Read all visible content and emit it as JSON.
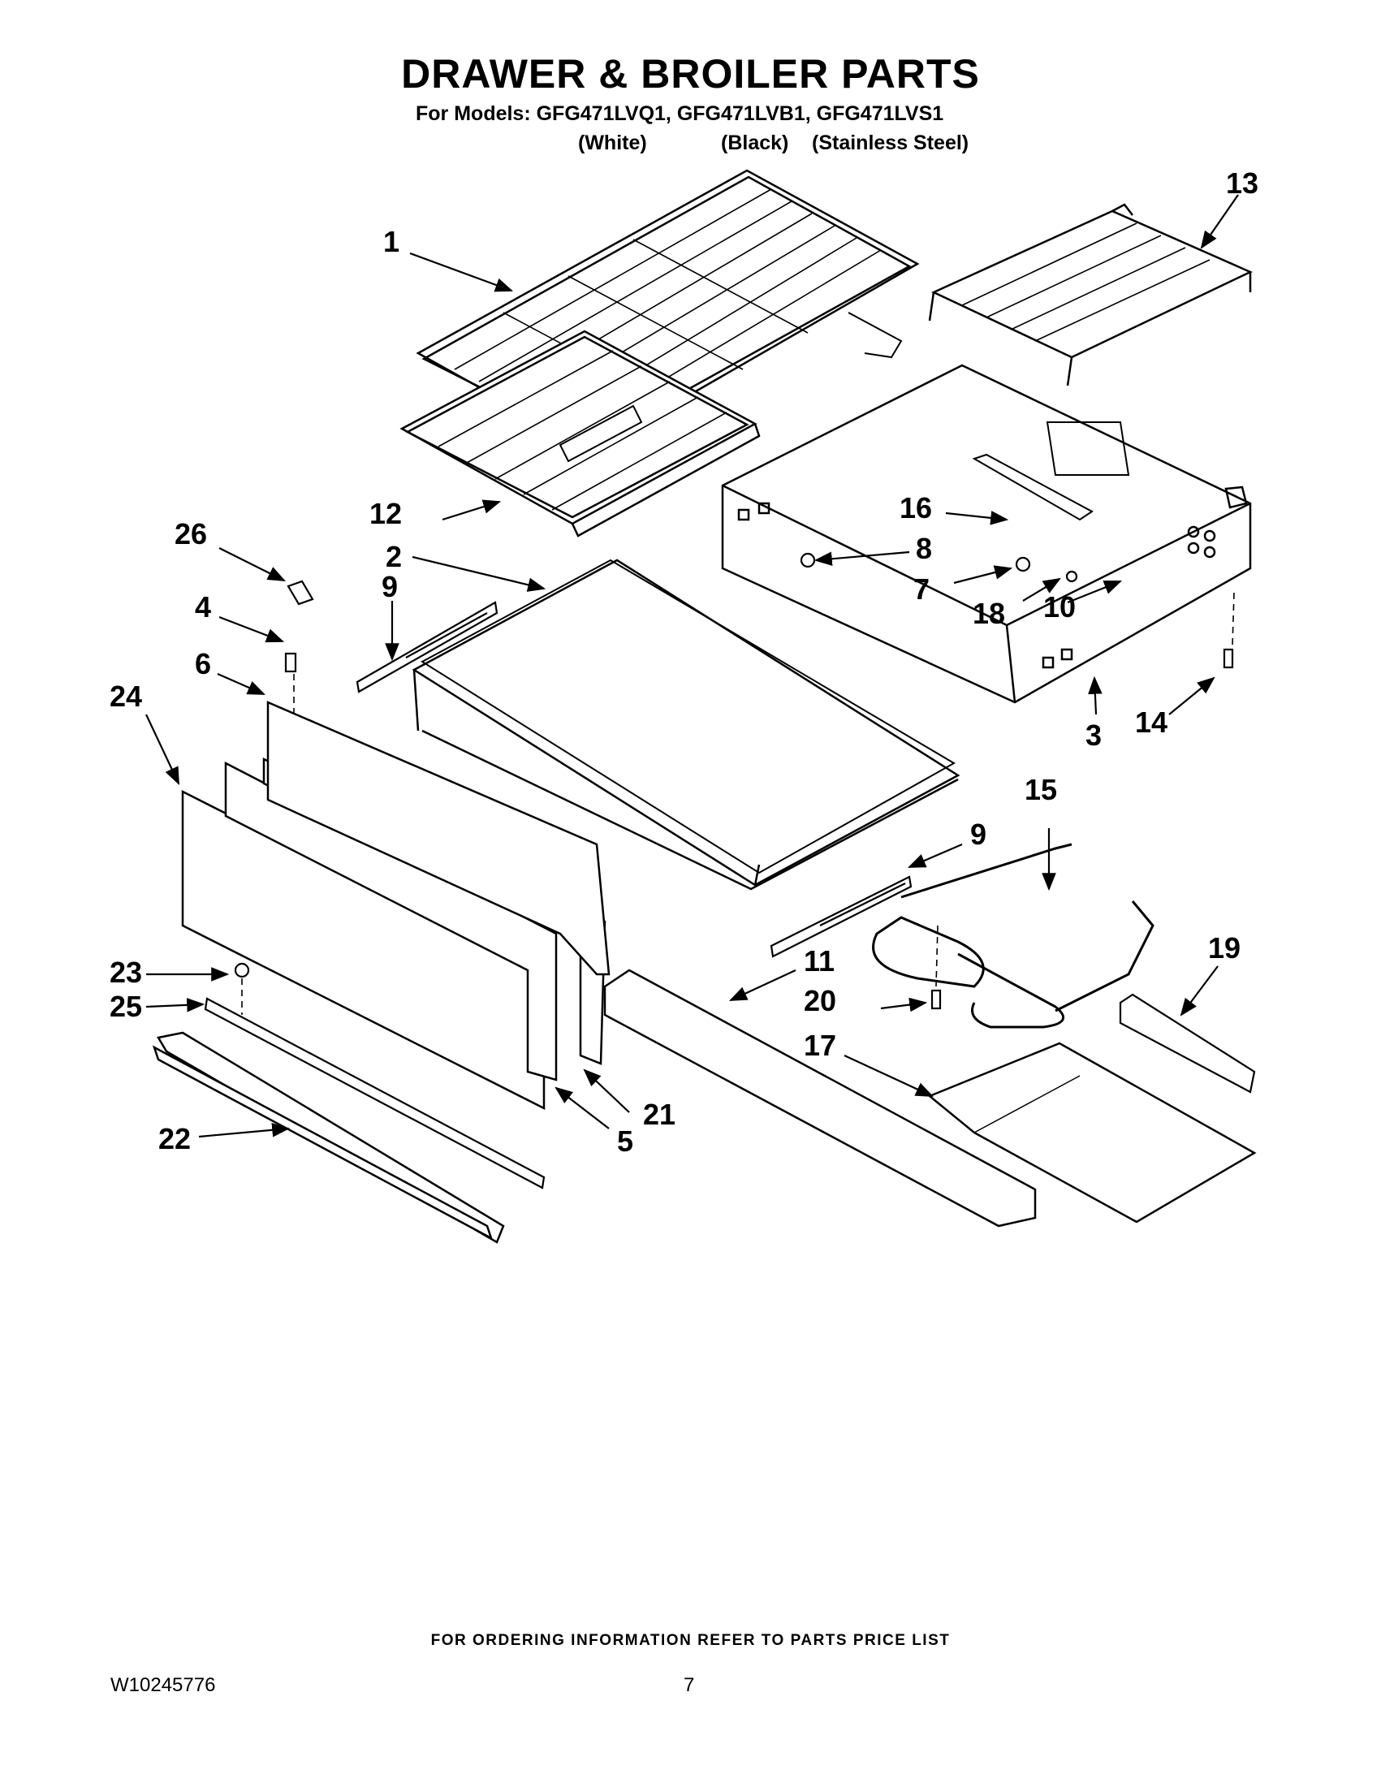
{
  "header": {
    "title": "DRAWER & BROILER PARTS",
    "models_line": "For Models: GFG471LVQ1, GFG471LVB1, GFG471LVS1",
    "finish_white": "(White)",
    "finish_black": "(Black)",
    "finish_stainless": "(Stainless Steel)"
  },
  "callouts": {
    "c1": "1",
    "c2": "2",
    "c3": "3",
    "c4": "4",
    "c5": "5",
    "c6": "6",
    "c7": "7",
    "c8": "8",
    "c9a": "9",
    "c9b": "9",
    "c10": "10",
    "c11": "11",
    "c12": "12",
    "c13": "13",
    "c14": "14",
    "c15": "15",
    "c16": "16",
    "c17": "17",
    "c18": "18",
    "c19": "19",
    "c20": "20",
    "c21": "21",
    "c22": "22",
    "c23": "23",
    "c24": "24",
    "c25": "25",
    "c26": "26"
  },
  "footer": {
    "ordering_note": "FOR ORDERING INFORMATION REFER TO PARTS PRICE LIST",
    "doc_number": "W10245776",
    "page_number": "7"
  }
}
